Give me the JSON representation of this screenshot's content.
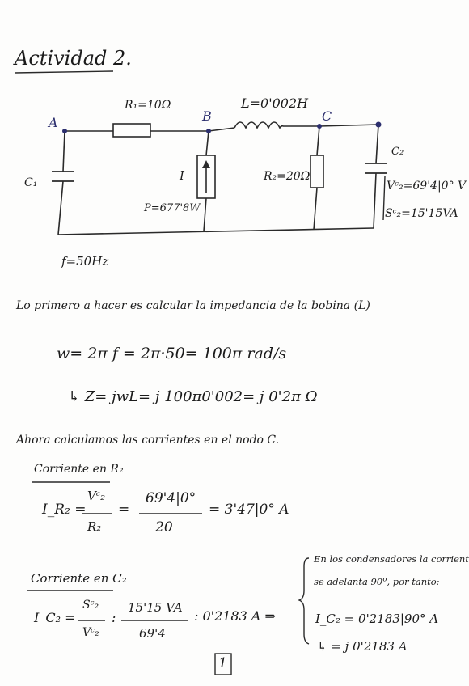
{
  "title": "Actividad 2.",
  "circuit": {
    "node_a": "A",
    "node_b": "B",
    "node_c": "C",
    "r1": "R₁=10Ω",
    "inductor": "L=0'002H",
    "c1": "C₁",
    "c2": "C₂",
    "current_source": "I",
    "power": "P=677'8W",
    "r2": "R₂=20Ω",
    "vc2": "Vᶜ₂=69'4|0° V",
    "sc2": "Sᶜ₂=15'15VA",
    "freq": "f=50Hz"
  },
  "text": {
    "intro": "Lo primero a hacer es calcular la impedancia de la bobina (L)",
    "omega": "w= 2π f = 2π·50= 100π rad/s",
    "impedance": "↳ Z= jwL= j 100π0'002= j 0'2π Ω",
    "currents_intro": "Ahora calculamos las corrientes en el nodo C.",
    "heading_r2": "Corriente en R₂",
    "ir2_label": "I_R₂ =",
    "ir2_frac1_num": "Vᶜ₂",
    "ir2_frac1_den": "R₂",
    "ir2_frac2_num": "69'4|0°",
    "ir2_frac2_den": "20",
    "ir2_result": "= 3'47|0° A",
    "heading_c2": "Corriente en C₂",
    "ic2_label": "I_C₂ =",
    "ic2_frac1_num": "Sᶜ₂",
    "ic2_frac1_den": "Vᶜ₂",
    "ic2_frac2_num": "15'15 VA",
    "ic2_frac2_den": "69'4",
    "ic2_result": ": 0'2183 A ⇒",
    "note_line1": "En los condensadores la corriente",
    "note_line2": "se adelanta 90º, por tanto:",
    "note_ic2": "I_C₂ = 0'2183|90° A",
    "note_j": "↳ = j 0'2183 A",
    "page_number": "1"
  }
}
